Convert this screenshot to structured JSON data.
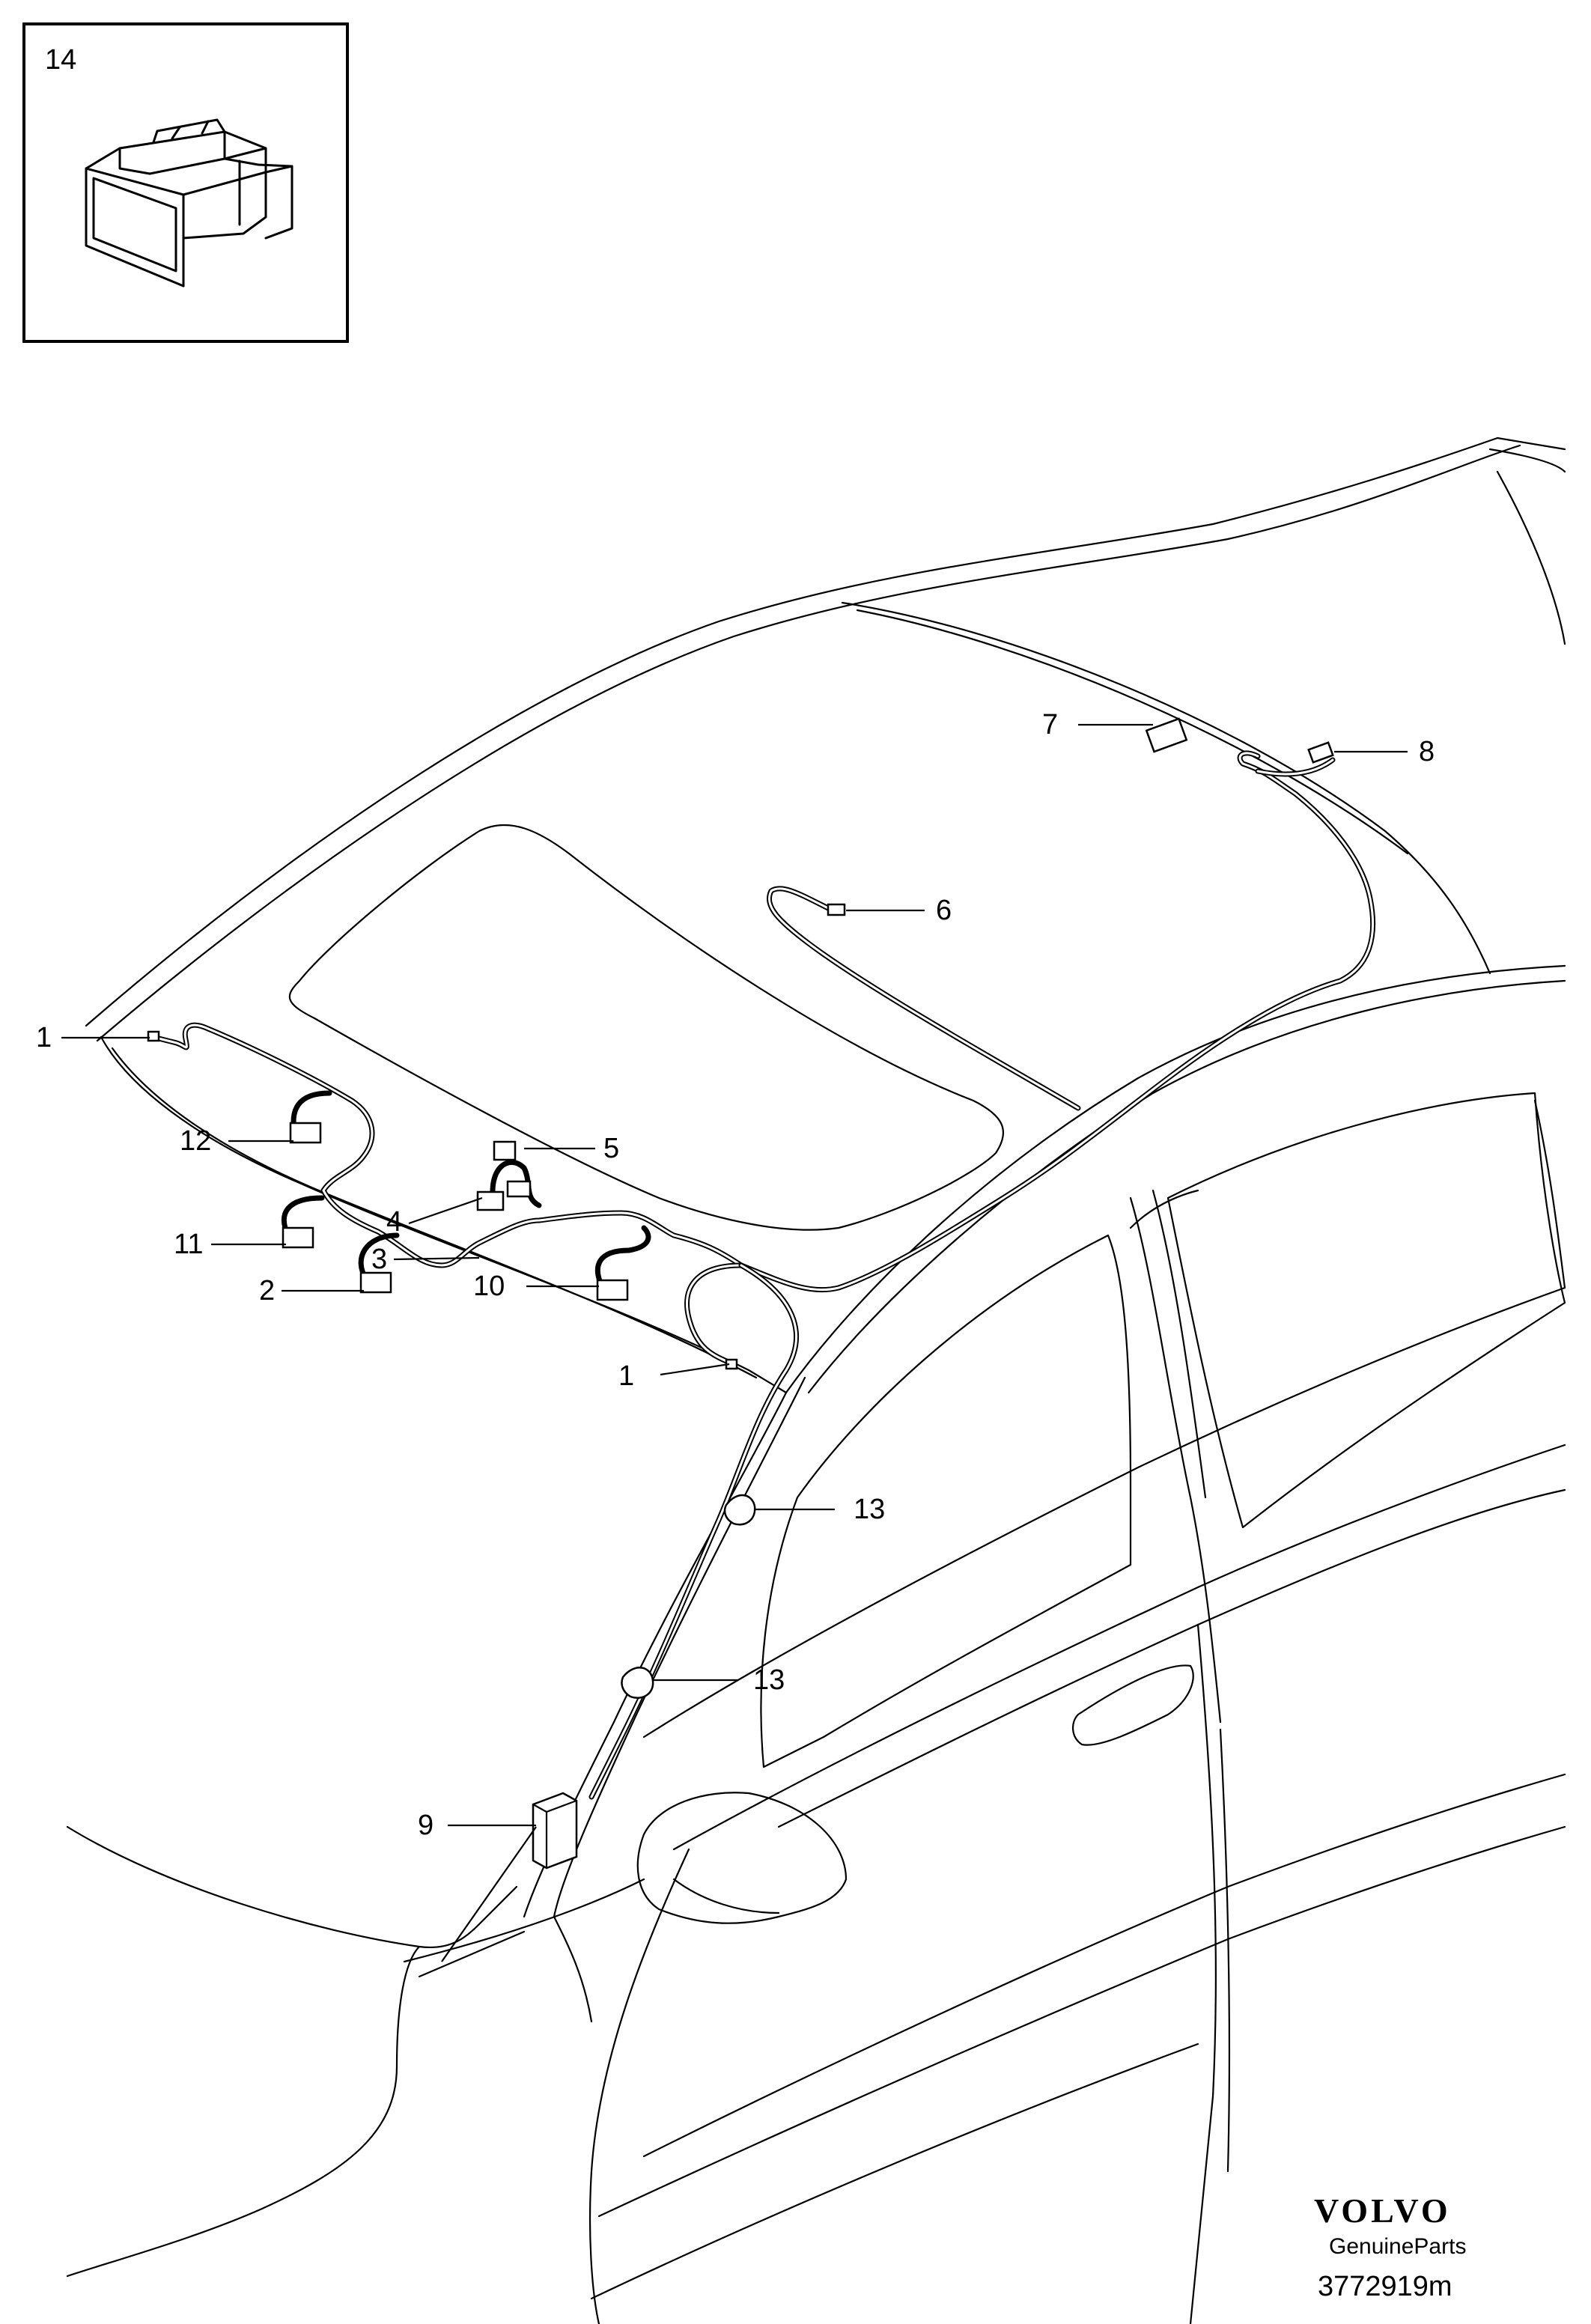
{
  "inset": {
    "label": "14"
  },
  "callouts": {
    "c1a": "1",
    "c1b": "1",
    "c2": "2",
    "c3": "3",
    "c4": "4",
    "c5": "5",
    "c6": "6",
    "c7": "7",
    "c8": "8",
    "c9": "9",
    "c10": "10",
    "c11": "11",
    "c12": "12",
    "c13a": "13",
    "c13b": "13"
  },
  "branding": {
    "logo_text": "VOLVO",
    "sub_text": "GenuineParts",
    "ref_number": "3772919m"
  }
}
